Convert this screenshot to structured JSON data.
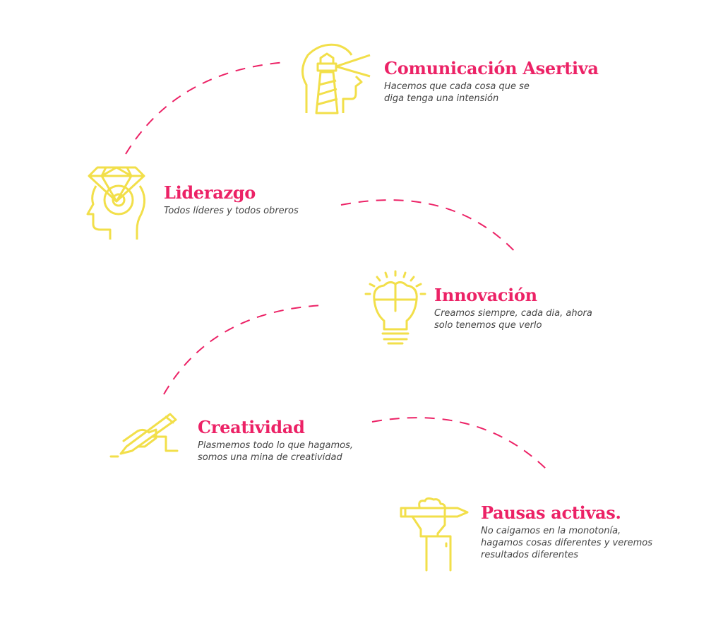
{
  "colors": {
    "accent": "#ec2266",
    "icon": "#f2df4a",
    "text": "#444444"
  },
  "items": [
    {
      "title": "Comunicación Asertiva",
      "desc_lines": [
        "Hacemos que cada cosa que se",
        "diga tenga una intensión"
      ],
      "icon": "lighthouse-head-icon"
    },
    {
      "title": "Liderazgo",
      "desc_lines": [
        "Todos líderes y todos obreros"
      ],
      "icon": "diamond-head-icon"
    },
    {
      "title": "Innovación",
      "desc_lines": [
        "Creamos siempre, cada dia, ahora",
        "solo tenemos que verlo"
      ],
      "icon": "brain-bulb-icon"
    },
    {
      "title": "Creatividad",
      "desc_lines": [
        "Plasmemos todo lo que hagamos,",
        "somos una mina de creatividad"
      ],
      "icon": "hand-pencil-writing-icon"
    },
    {
      "title": "Pausas activas.",
      "desc_lines": [
        "No caigamos en la monotonía,",
        "hagamos cosas diferentes y veremos",
        "resultados diferentes"
      ],
      "icon": "fist-pencil-icon"
    }
  ]
}
